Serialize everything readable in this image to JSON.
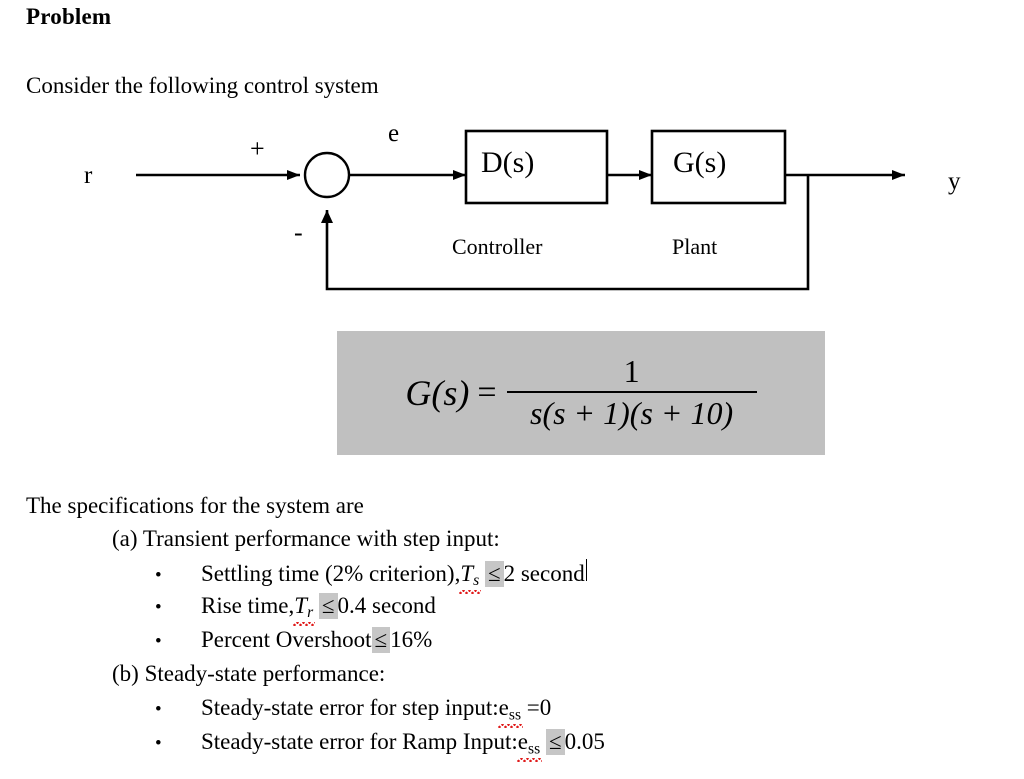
{
  "document": {
    "heading": "Problem",
    "intro": "Consider the following control system",
    "specs_intro": "The specifications for the system are"
  },
  "diagram": {
    "input_label": "r",
    "output_label": "y",
    "error_label": "e",
    "plus_sign": "+",
    "minus_sign": "-",
    "controller_block": "D(s)",
    "plant_block": "G(s)",
    "controller_caption": "Controller",
    "plant_caption": "Plant"
  },
  "equation": {
    "lhs": "G(s)",
    "equals": "=",
    "numerator": "1",
    "denominator_s": "s",
    "denominator_rest": "(s + 1)(s + 10)",
    "full_text": "G(s) = 1 / (s(s+1)(s+10))",
    "highlight_color": "#c0c0c0"
  },
  "specs": {
    "section_a": "(a) Transient performance with step input:",
    "section_b": "(b) Steady-state performance:",
    "bullet_glyph": "•",
    "leq": "≤",
    "items_a": [
      {
        "prefix": "Settling time (2% criterion), ",
        "symbol": "T",
        "symbol_sub": "s",
        "relation": "≤",
        "value": " 2 second",
        "has_caret": true
      },
      {
        "prefix": "Rise time, ",
        "symbol": "T",
        "symbol_sub": "r",
        "relation": "≤",
        "value": " 0.4 second",
        "has_caret": false
      },
      {
        "prefix": "Percent Overshoot ",
        "symbol": "",
        "symbol_sub": "",
        "relation": "≤",
        "value": " 16%",
        "has_caret": false
      }
    ],
    "items_b": [
      {
        "prefix": "Steady-state error for step input: ",
        "symbol": "e",
        "symbol_sub": "ss",
        "relation": "=",
        "value": " 0",
        "has_caret": false
      },
      {
        "prefix": "Steady-state error for Ramp Input: ",
        "symbol": "e",
        "symbol_sub": "ss",
        "relation": "≤",
        "value": "0.05",
        "has_caret": false
      }
    ]
  }
}
